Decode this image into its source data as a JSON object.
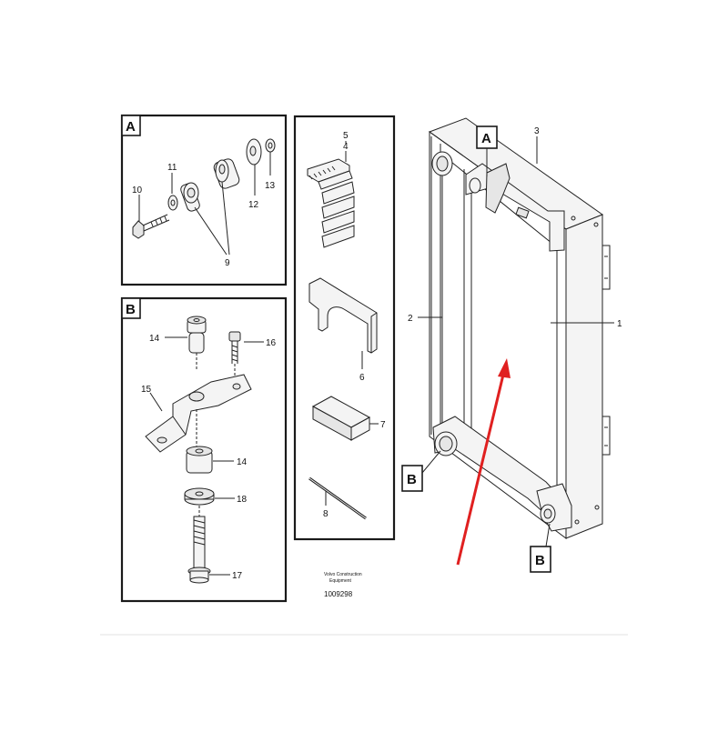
{
  "panels": {
    "A": {
      "label": "A",
      "callouts": {
        "n10": "10",
        "n11": "11",
        "n12": "12",
        "n13": "13",
        "n9": "9"
      }
    },
    "B": {
      "label": "B",
      "callouts": {
        "n14a": "14",
        "n16": "16",
        "n15": "15",
        "n14b": "14",
        "n18": "18",
        "n17": "17"
      }
    },
    "mid": {
      "callouts": {
        "n5": "5",
        "n4": "4",
        "n6": "6",
        "n7": "7",
        "n8": "8"
      }
    }
  },
  "radiator": {
    "callouts": {
      "n3": "3",
      "n2": "2",
      "n1": "1"
    },
    "markers": {
      "A": "A",
      "B_left": "B",
      "B_right": "B"
    }
  },
  "footer": {
    "maker_line1": "Volvo Construction",
    "maker_line2": "Equipment",
    "code": "1009298"
  },
  "colors": {
    "arrow": "#e02020",
    "line": "#222222"
  }
}
